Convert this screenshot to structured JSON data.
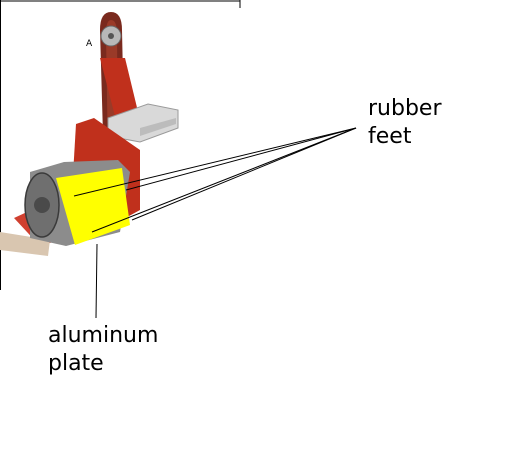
{
  "labels": {
    "rubber_feet_line1": "rubber",
    "rubber_feet_line2": "feet",
    "aluminum_plate_line1": "aluminum",
    "aluminum_plate_line2": "plate",
    "small_mark": "A"
  },
  "colors": {
    "plate_highlight": "#ffff00",
    "sander_red": "#c0301c",
    "belt_dark": "#7a2a1e",
    "motor_gray": "#8c8c8c",
    "rest_silver": "#d9d9d9"
  },
  "icons": {
    "machine": "belt-sander-illustration"
  }
}
